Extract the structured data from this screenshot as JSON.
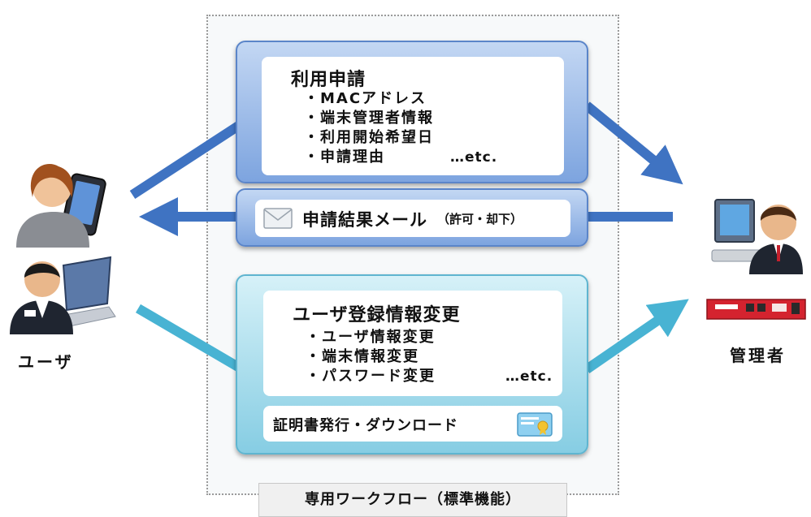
{
  "request_box": {
    "title": "利用申請",
    "items": [
      "・MACアドレス",
      "・端末管理者情報",
      "・利用開始希望日",
      "・申請理由"
    ],
    "etc": "…etc."
  },
  "result_mail": {
    "label": "申請結果メール",
    "note": "（許可・却下）",
    "icon": "envelope-icon"
  },
  "update_box": {
    "title": "ユーザ登録情報変更",
    "items": [
      "・ユーザ情報変更",
      "・端末情報変更",
      "・パスワード変更"
    ],
    "etc": "…etc.",
    "cert": "証明書発行・ダウンロード",
    "cert_icon": "certificate-icon"
  },
  "workflow_label": "専用ワークフロー（標準機能）",
  "user_label": "ユーザ",
  "admin_label": "管理者",
  "colors": {
    "blue_arrow": "#3f73c2",
    "cyan_arrow": "#48b3d3",
    "appliance_red": "#d4232f"
  }
}
